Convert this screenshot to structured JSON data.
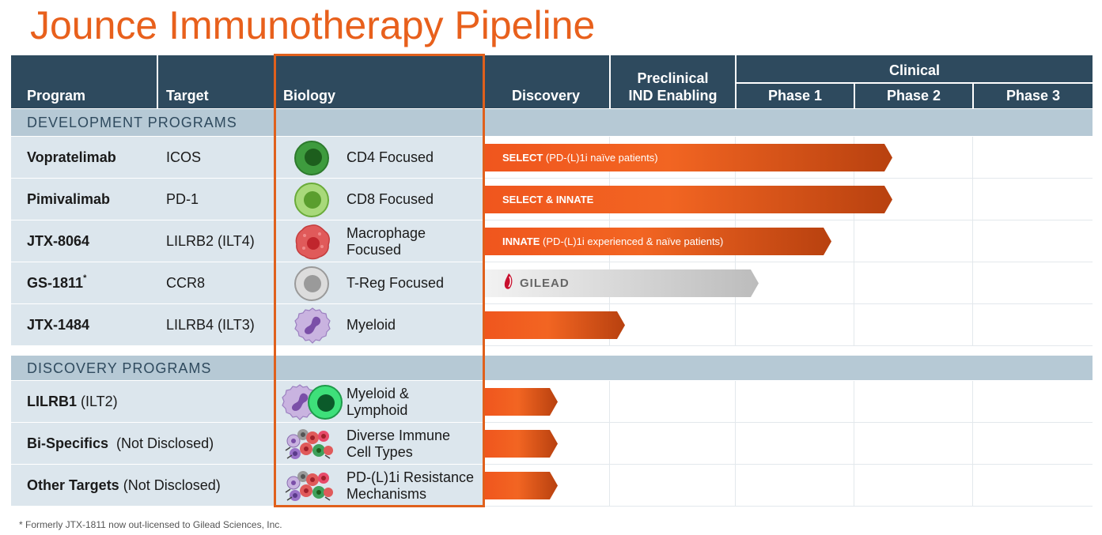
{
  "title": "Jounce Immunotherapy Pipeline",
  "header": {
    "program": "Program",
    "target": "Target",
    "biology": "Biology",
    "discovery": "Discovery",
    "preclinical_line1": "Preclinical",
    "preclinical_line2": "IND Enabling",
    "clinical": "Clinical",
    "phase1": "Phase 1",
    "phase2": "Phase 2",
    "phase3": "Phase 3"
  },
  "sections": {
    "development": "DEVELOPMENT PROGRAMS",
    "discovery": "DISCOVERY PROGRAMS"
  },
  "rows": [
    {
      "program_bold": "Vopratelimab",
      "program_rest": "",
      "sup": "",
      "target": "ICOS",
      "bio1": "CD4 Focused",
      "bio2": "",
      "icon": "cd4-cell-icon",
      "bar_bold": "SELECT",
      "bar_rest": " (PD-(L)1i naïve patients)",
      "bar_progress": 0.67
    },
    {
      "program_bold": "Pimivalimab",
      "program_rest": "",
      "sup": "",
      "target": "PD-1",
      "bio1": "CD8 Focused",
      "bio2": "",
      "icon": "cd8-cell-icon",
      "bar_bold": "SELECT & INNATE",
      "bar_rest": "",
      "bar_progress": 0.67
    },
    {
      "program_bold": "JTX-8064",
      "program_rest": "",
      "sup": "",
      "target": "LILRB2 (ILT4)",
      "bio1": "Macrophage",
      "bio2": "Focused",
      "icon": "macrophage-cell-icon",
      "bar_bold": "INNATE",
      "bar_rest": " (PD-(L)1i experienced & naïve patients)",
      "bar_progress": 0.57
    },
    {
      "program_bold": "GS-1811",
      "program_rest": "",
      "sup": "*",
      "target": "CCR8",
      "bio1": "T-Reg Focused",
      "bio2": "",
      "icon": "treg-cell-icon",
      "bar_bold": "",
      "bar_rest": "",
      "partner": "GILEAD",
      "bar_progress": 0.45
    },
    {
      "program_bold": "JTX-1484",
      "program_rest": "",
      "sup": "",
      "target": "LILRB4 (ILT3)",
      "bio1": "Myeloid",
      "bio2": "",
      "icon": "myeloid-cell-icon",
      "bar_bold": "",
      "bar_rest": "",
      "bar_progress": 0.23
    }
  ],
  "discovery_rows": [
    {
      "program_bold": "LILRB1",
      "program_rest": " (ILT2)",
      "target": "",
      "bio1": "Myeloid &",
      "bio2": "Lymphoid",
      "icon": "myeloid-lymphoid-icon",
      "bar_progress": 0.12
    },
    {
      "program_bold": "Bi-Specifics",
      "program_rest": "  (Not Disclosed)",
      "target": "",
      "bio1": "Diverse Immune",
      "bio2": "Cell Types",
      "icon": "immune-cells-cluster-icon",
      "bar_progress": 0.12
    },
    {
      "program_bold": "Other Targets",
      "program_rest": " (Not Disclosed)",
      "target": "",
      "bio1": "PD-(L)1i Resistance",
      "bio2": "Mechanisms",
      "icon": "immune-cells-cluster-icon",
      "bar_progress": 0.12
    }
  ],
  "footnote": "* Formerly JTX-1811 now out-licensed to Gilead Sciences, Inc.",
  "colors": {
    "accent": "#e8601c",
    "header": "#2e4a5e",
    "section": "#b6c9d5",
    "row": "#dce6ed"
  }
}
